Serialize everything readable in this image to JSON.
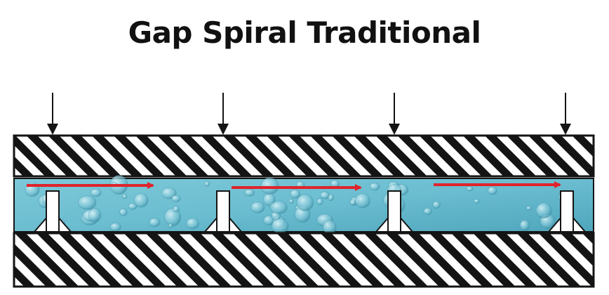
{
  "title": "Gap Spiral Traditional",
  "diagram": {
    "pressure_arrows": 4,
    "flow_arrows": 3,
    "spacers": 4,
    "colors": {
      "hatch": "#141414",
      "background": "#ffffff",
      "flow_arrow": "#e0232b",
      "water_light": "#a9dde6",
      "water_mid": "#5fb4c7",
      "water_dark": "#3a8fa5",
      "spacer": "#ffffff"
    }
  }
}
